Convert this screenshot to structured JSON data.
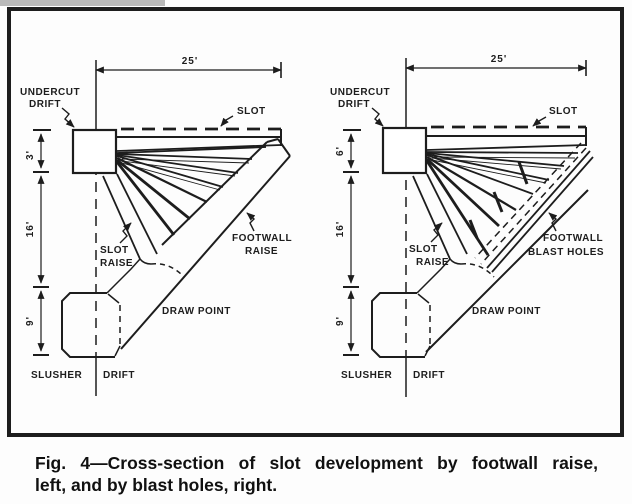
{
  "colors": {
    "ink": "#1d1d1d",
    "paper": "#fdfdfd"
  },
  "caption": {
    "line1": "Fig. 4—Cross-section of slot development by footwall raise,",
    "line2": "left, and by blast holes, right."
  },
  "left": {
    "dim_width": "25'",
    "dim_top": "3'",
    "dim_mid": "16'",
    "dim_bottom": "9'",
    "undercut_1": "UNDERCUT",
    "undercut_2": "DRIFT",
    "slot": "SLOT",
    "slot_raise_1": "SLOT",
    "slot_raise_2": "RAISE",
    "footwall_1": "FOOTWALL",
    "footwall_2": "RAISE",
    "draw_point": "DRAW POINT",
    "slusher": "SLUSHER",
    "drift": "DRIFT"
  },
  "right": {
    "dim_width": "25'",
    "dim_top": "6'",
    "dim_mid": "16'",
    "dim_bottom": "9'",
    "undercut_1": "UNDERCUT",
    "undercut_2": "DRIFT",
    "slot": "SLOT",
    "slot_raise_1": "SLOT",
    "slot_raise_2": "RAISE",
    "footwall_1": "FOOTWALL",
    "footwall_2": "BLAST HOLES",
    "draw_point": "DRAW POINT",
    "slusher": "SLUSHER",
    "drift": "DRIFT"
  }
}
